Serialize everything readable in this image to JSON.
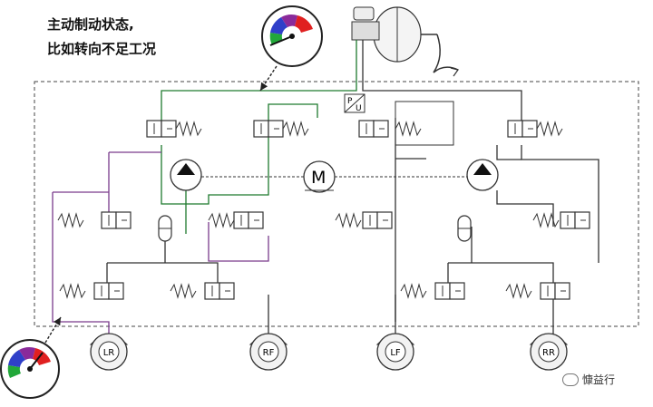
{
  "title": {
    "line1": "主动制动状态,",
    "line2": "比如转向不足工况"
  },
  "pressure_sensor_label": {
    "top": "P",
    "bottom": "U"
  },
  "motor_label": "M",
  "wheels": [
    "LR",
    "RF",
    "LF",
    "RR"
  ],
  "watermark": "慷益行",
  "colors": {
    "brake_pressure": "#1e7a2e",
    "suction": "#7a3b8c",
    "line": "#333333",
    "gauge_green": "#22a83a",
    "gauge_blue": "#2f3fc9",
    "gauge_purple": "#8a2a9a",
    "gauge_red": "#e02020",
    "wheel_active": "#7a3b8c"
  }
}
